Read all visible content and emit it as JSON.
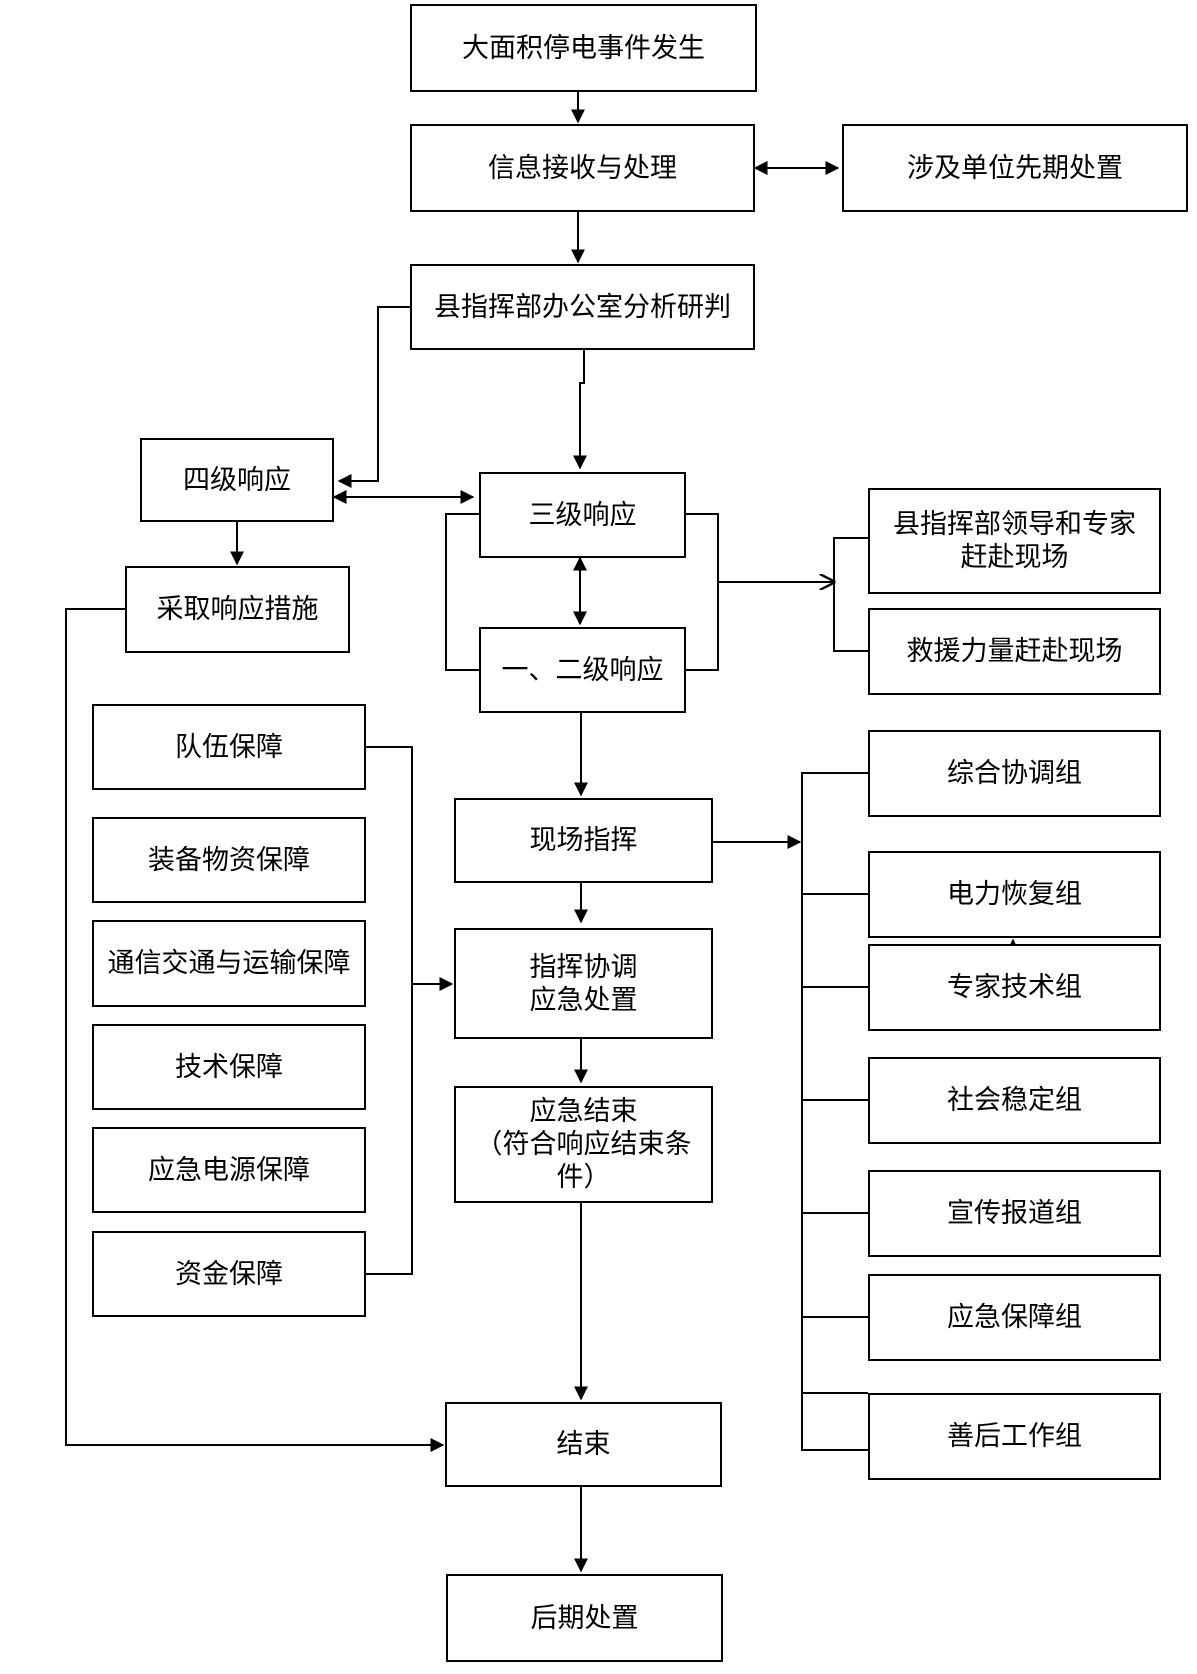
{
  "diagram": {
    "event": "大面积停电事件发生",
    "info": "信息接收与处理",
    "prior_disposal": "涉及单位先期处置",
    "office_analysis": "县指挥部办公室分析研判",
    "level4": "四级响应",
    "level3": "三级响应",
    "level12": "一、二级响应",
    "take_measures": "采取响应措施",
    "leaders_experts": "县指挥部领导和专家\n赶赴现场",
    "rescue_forces": "救援力量赶赴现场",
    "site_command": "现场指挥",
    "command_coord": "指挥协调\n应急处置",
    "response_end": "应急结束\n（符合响应结束条\n件）",
    "end": "结束",
    "aftermath": "后期处置",
    "guarantees": [
      "队伍保障",
      "装备物资保障",
      "通信交通与运输保障",
      "技术保障",
      "应急电源保障",
      "资金保障"
    ],
    "groups": [
      "综合协调组",
      "电力恢复组",
      "专家技术组",
      "社会稳定组",
      "宣传报道组",
      "应急保障组",
      "善后工作组"
    ]
  }
}
